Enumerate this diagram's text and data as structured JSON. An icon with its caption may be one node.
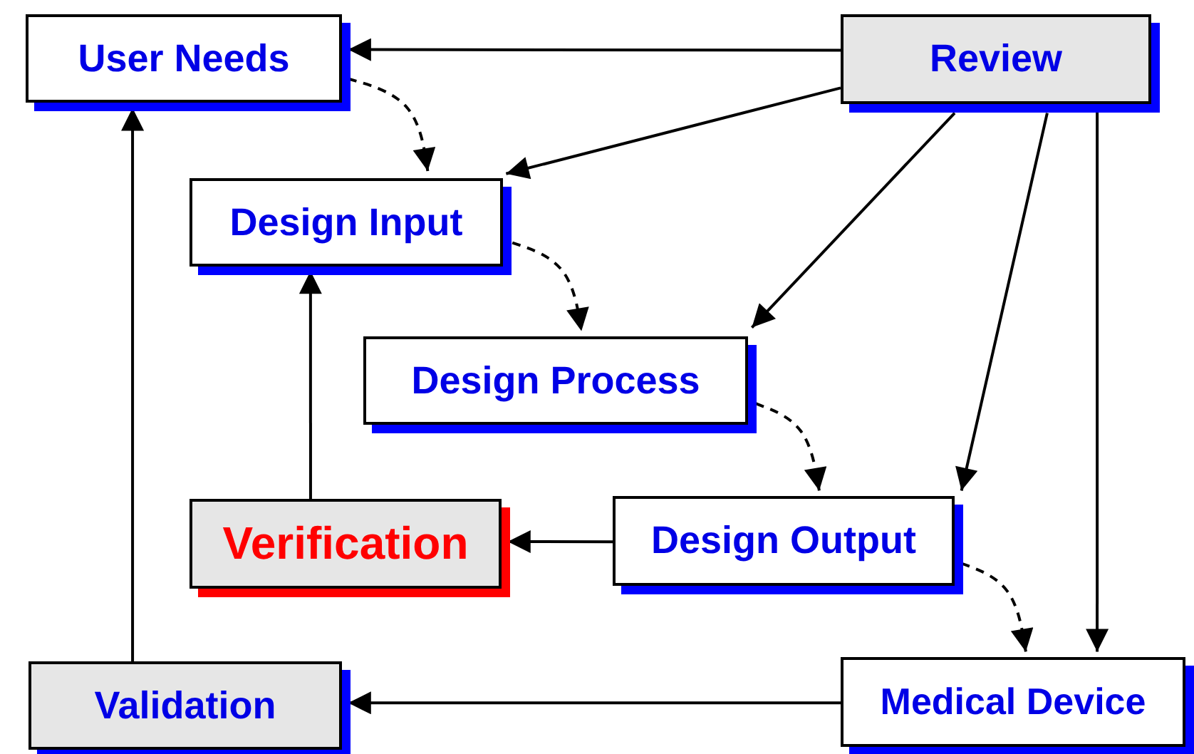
{
  "diagram": {
    "nodes": [
      {
        "text": [
          "User Needs"
        ]
      },
      {
        "text": [
          "Review"
        ]
      },
      {
        "text": [
          "Design Input"
        ]
      },
      {
        "text": [
          "Design Process"
        ]
      },
      {
        "text": [
          "Verification"
        ]
      },
      {
        "text": [
          "Design Output"
        ]
      },
      {
        "text": [
          "Validation"
        ]
      },
      {
        "text": [
          "Medical Device"
        ]
      }
    ],
    "edges": [
      {
        "from": 1,
        "to": 0,
        "arrow": "to"
      },
      {
        "from": 0,
        "to": 2,
        "arrow": "to",
        "style": "dashed"
      },
      {
        "from": 1,
        "to": 2,
        "arrow": "to"
      },
      {
        "from": 1,
        "to": 3,
        "arrow": "to"
      },
      {
        "from": 1,
        "to": 5,
        "arrow": "to"
      },
      {
        "from": 1,
        "to": 7,
        "arrow": "to"
      },
      {
        "from": 2,
        "to": 3,
        "arrow": "to",
        "style": "dashed"
      },
      {
        "from": 3,
        "to": 5,
        "arrow": "to",
        "style": "dashed"
      },
      {
        "from": 5,
        "to": 4,
        "arrow": "to"
      },
      {
        "from": 4,
        "to": 2,
        "arrow": "to"
      },
      {
        "from": 5,
        "to": 7,
        "arrow": "to",
        "style": "dashed"
      },
      {
        "from": 7,
        "to": 6,
        "arrow": "to"
      },
      {
        "from": 6,
        "to": 0,
        "arrow": "to"
      }
    ]
  }
}
